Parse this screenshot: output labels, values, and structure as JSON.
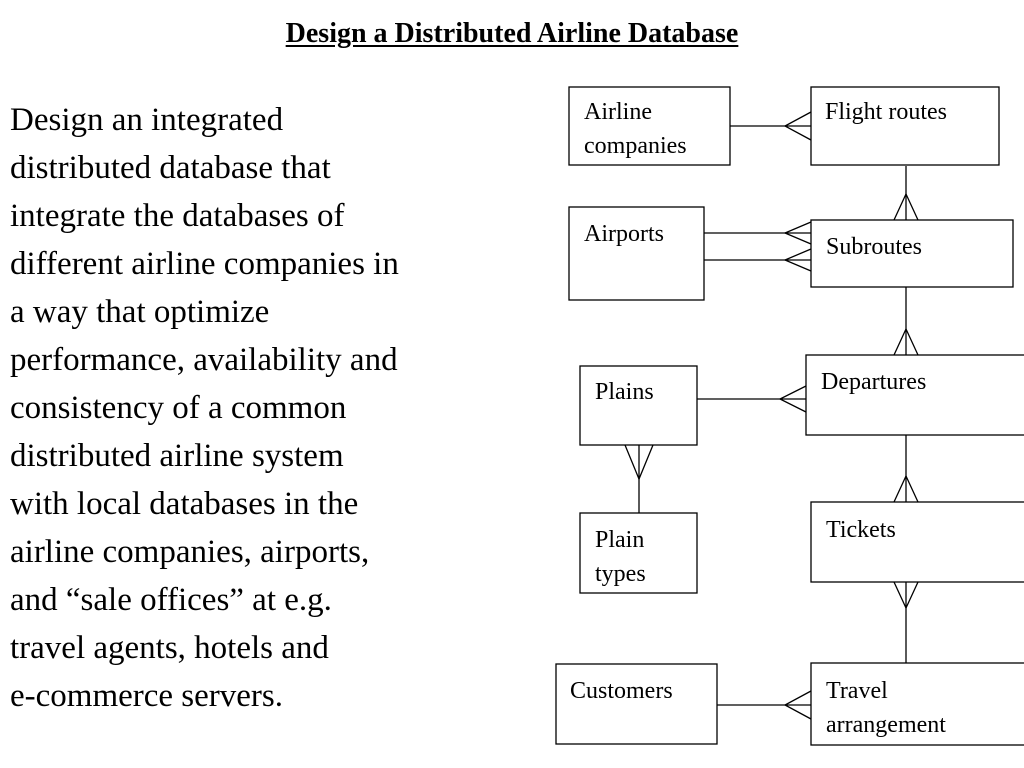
{
  "title": "Design a Distributed Airline Database",
  "description_lines": [
    "Design an integrated",
    "distributed database that",
    "integrate the databases of",
    "different airline companies in",
    "a way that optimize",
    "performance, availability and",
    "consistency of a common",
    "distributed airline system",
    "with local databases in the",
    "airline companies, airports,",
    "and “sale offices” at e.g.",
    "travel agents, hotels and",
    "e-commerce servers."
  ],
  "entities": {
    "airline_companies": [
      "Airline",
      "companies"
    ],
    "flight_routes": [
      "Flight routes"
    ],
    "airports": [
      "Airports"
    ],
    "subroutes": [
      "Subroutes"
    ],
    "plains": [
      "Plains"
    ],
    "departures": [
      "Departures"
    ],
    "plain_types": [
      "Plain",
      "types"
    ],
    "tickets": [
      "Tickets"
    ],
    "customers": [
      "Customers"
    ],
    "travel_arrangement": [
      "Travel",
      "arrangement"
    ]
  },
  "relationships": [
    {
      "from": "airline_companies",
      "to": "flight_routes",
      "cardinality": "one-to-many"
    },
    {
      "from": "flight_routes",
      "to": "subroutes",
      "cardinality": "one-to-many"
    },
    {
      "from": "airports",
      "to": "subroutes",
      "cardinality": "one-to-many"
    },
    {
      "from": "airports",
      "to": "subroutes",
      "cardinality": "one-to-many"
    },
    {
      "from": "subroutes",
      "to": "departures",
      "cardinality": "one-to-many"
    },
    {
      "from": "plains",
      "to": "departures",
      "cardinality": "one-to-many"
    },
    {
      "from": "plain_types",
      "to": "plains",
      "cardinality": "one-to-many"
    },
    {
      "from": "departures",
      "to": "tickets",
      "cardinality": "one-to-many"
    },
    {
      "from": "travel_arrangement",
      "to": "tickets",
      "cardinality": "one-to-many"
    },
    {
      "from": "customers",
      "to": "travel_arrangement",
      "cardinality": "one-to-many"
    }
  ]
}
